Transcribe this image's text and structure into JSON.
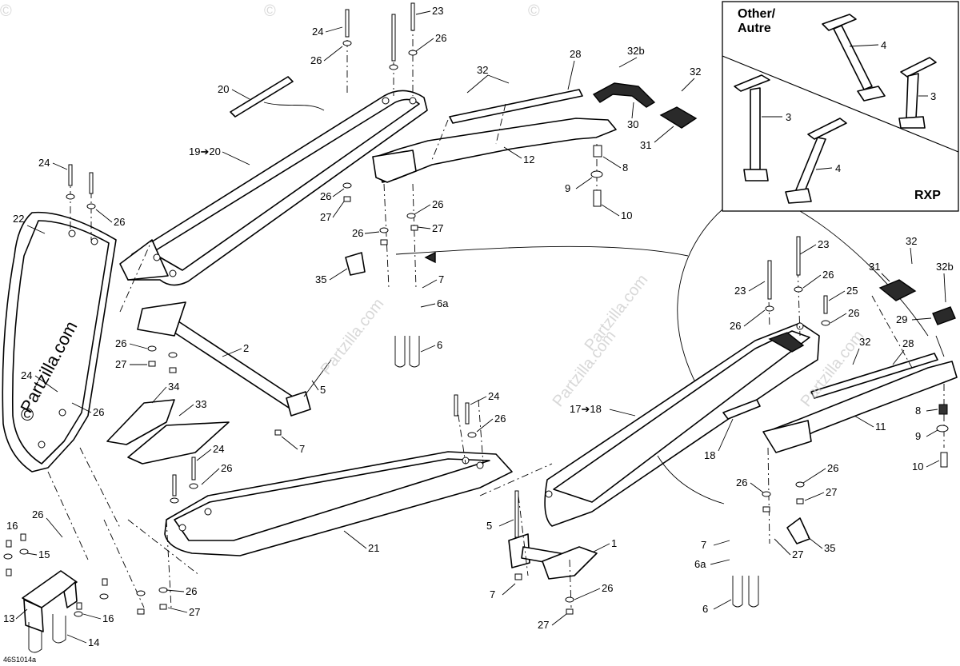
{
  "inset": {
    "title_line1": "Other/",
    "title_line2": "Autre",
    "model": "RXP",
    "labels": [
      "4",
      "3",
      "3",
      "4"
    ]
  },
  "watermark": {
    "brand": "Partzilla.com",
    "copyright_symbol": "©"
  },
  "drawing_code": "46S1014a",
  "callouts": [
    "24",
    "23",
    "26",
    "26",
    "20",
    "19➔20",
    "32",
    "28",
    "32b",
    "32",
    "30",
    "12",
    "31",
    "8",
    "9",
    "10",
    "24",
    "26",
    "22",
    "26",
    "27",
    "26",
    "26",
    "27",
    "35",
    "7",
    "6a",
    "6",
    "26",
    "27",
    "2",
    "5",
    "34",
    "33",
    "24",
    "26",
    "7",
    "24",
    "26",
    "24",
    "26",
    "21",
    "17➔18",
    "18",
    "23",
    "26",
    "23",
    "26",
    "25",
    "26",
    "31",
    "32",
    "32b",
    "29",
    "32",
    "28",
    "8",
    "11",
    "9",
    "10",
    "26",
    "26",
    "27",
    "7",
    "6a",
    "27",
    "35",
    "6",
    "26",
    "16",
    "15",
    "16",
    "13",
    "14",
    "26",
    "27",
    "5",
    "1",
    "7",
    "26",
    "27"
  ]
}
